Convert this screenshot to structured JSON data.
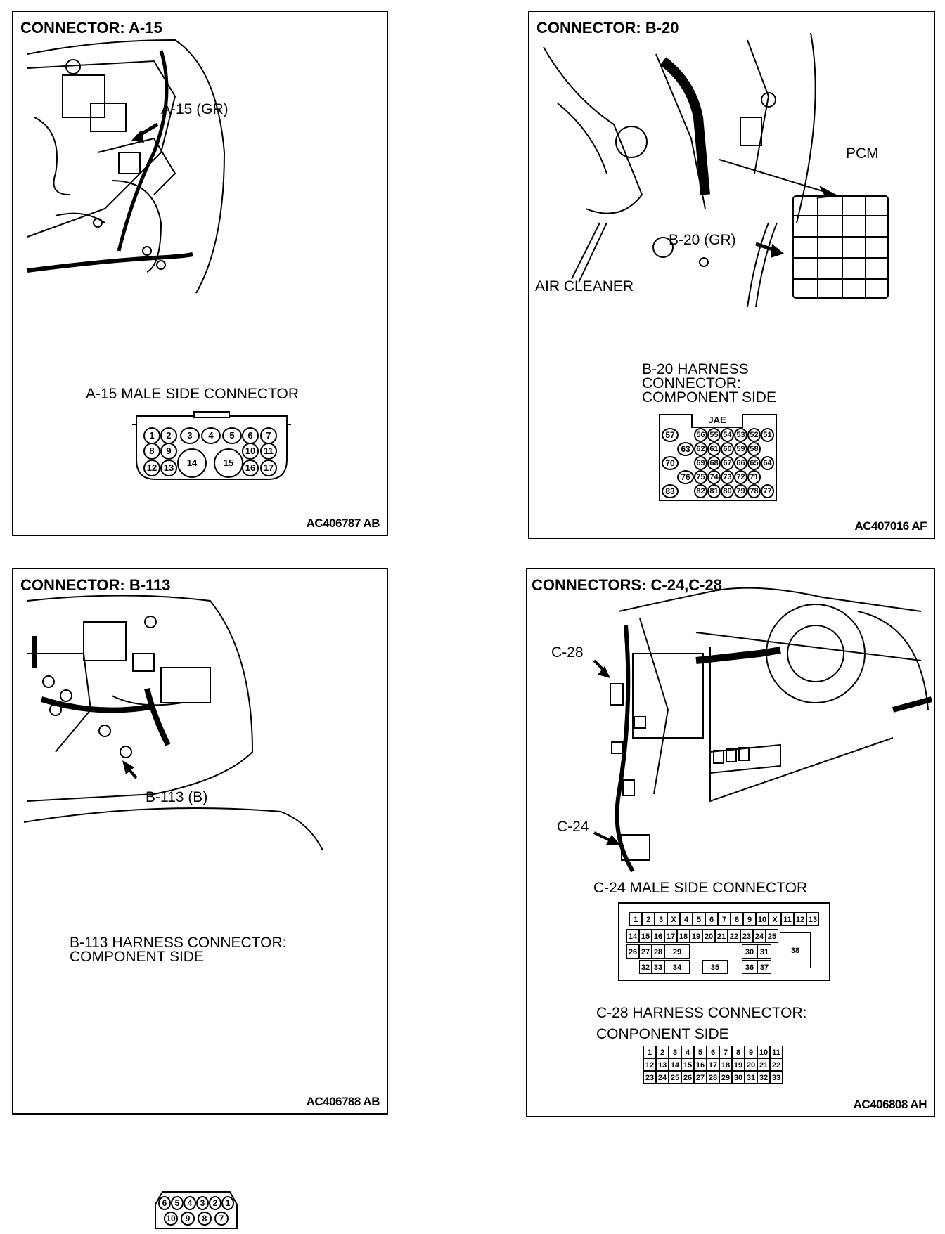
{
  "panels": {
    "a15": {
      "title": "CONNECTOR: A-15",
      "callout": "A-15 (GR)",
      "caption": "A-15 MALE SIDE CONNECTOR",
      "code": "AC406787 AB",
      "pins": [
        "1",
        "2",
        "3",
        "4",
        "5",
        "6",
        "7",
        "8",
        "9",
        "10",
        "11",
        "12",
        "13",
        "14",
        "15",
        "16",
        "17"
      ]
    },
    "b20": {
      "title": "CONNECTOR: B-20",
      "pcm_label": "PCM",
      "callout": "B-20 (GR)",
      "air_cleaner_label": "AIR CLEANER",
      "caption": "B-20 HARNESS\nCONNECTOR:\nCOMPONENT SIDE",
      "connector_brand": "JAE",
      "code": "AC407016 AF",
      "pin_rows": [
        [
          "57",
          "56",
          "55",
          "54",
          "53",
          "52",
          "51"
        ],
        [
          "63",
          "62",
          "61",
          "60",
          "59",
          "58"
        ],
        [
          "70",
          "69",
          "68",
          "67",
          "66",
          "65",
          "64"
        ],
        [
          "76",
          "75",
          "74",
          "73",
          "72",
          "71"
        ],
        [
          "83",
          "82",
          "81",
          "80",
          "79",
          "78",
          "77"
        ]
      ]
    },
    "b113": {
      "title": "CONNECTOR: B-113",
      "callout": "B-113 (B)",
      "caption": "B-113 HARNESS CONNECTOR:\nCOMPONENT SIDE",
      "code": "AC406788 AB",
      "pin_rows": [
        [
          "6",
          "5",
          "4",
          "3",
          "2",
          "1"
        ],
        [
          "10",
          "9",
          "8",
          "7"
        ]
      ]
    },
    "c24": {
      "title": "CONNECTORS: C-24,C-28",
      "callout_c28": "C-28",
      "callout_c24": "C-24",
      "caption_c24": "C-24 MALE SIDE CONNECTOR",
      "caption_c28": "C-28 HARNESS CONNECTOR:\nCONPONENT SIDE",
      "code": "AC406808 AH",
      "c24_rows": [
        [
          "1",
          "2",
          "3",
          "X",
          "4",
          "5",
          "6",
          "7",
          "8",
          "9",
          "10",
          "X",
          "11",
          "12",
          "13"
        ],
        [
          "14",
          "15",
          "16",
          "17",
          "18",
          "19",
          "20",
          "21",
          "22",
          "23",
          "24",
          "25"
        ],
        [
          "26",
          "27",
          "28",
          "29",
          "30",
          "31",
          "38"
        ],
        [
          "32",
          "33",
          "34",
          "35",
          "36",
          "37"
        ]
      ],
      "c28_rows": [
        [
          "1",
          "2",
          "3",
          "4",
          "5",
          "6",
          "7",
          "8",
          "9",
          "10",
          "11"
        ],
        [
          "12",
          "13",
          "14",
          "15",
          "16",
          "17",
          "18",
          "19",
          "20",
          "21",
          "22"
        ],
        [
          "23",
          "24",
          "25",
          "26",
          "27",
          "28",
          "29",
          "30",
          "31",
          "32",
          "33"
        ]
      ]
    }
  }
}
